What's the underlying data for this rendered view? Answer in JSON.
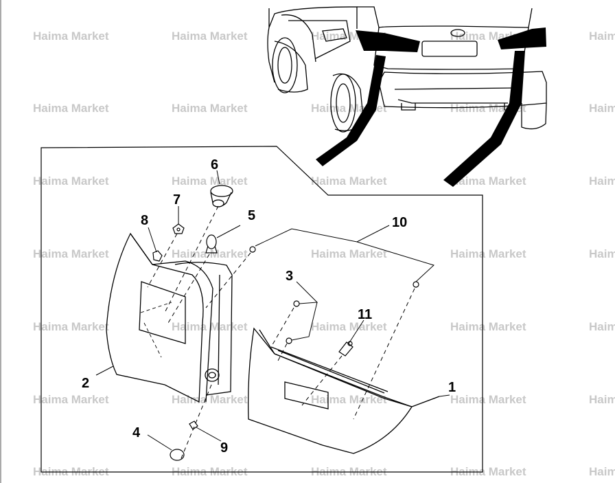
{
  "watermark": {
    "text": "Haima Market",
    "color": "#c8c8c8"
  },
  "callouts": [
    {
      "id": "1",
      "label": "1"
    },
    {
      "id": "2",
      "label": "2"
    },
    {
      "id": "3",
      "label": "3"
    },
    {
      "id": "4",
      "label": "4"
    },
    {
      "id": "5",
      "label": "5"
    },
    {
      "id": "6",
      "label": "6"
    },
    {
      "id": "7",
      "label": "7"
    },
    {
      "id": "8",
      "label": "8"
    },
    {
      "id": "9",
      "label": "9"
    },
    {
      "id": "10",
      "label": "10"
    },
    {
      "id": "11",
      "label": "11"
    }
  ],
  "colors": {
    "line": "#000000",
    "lamp_band": "#000000",
    "background": "#ffffff"
  }
}
